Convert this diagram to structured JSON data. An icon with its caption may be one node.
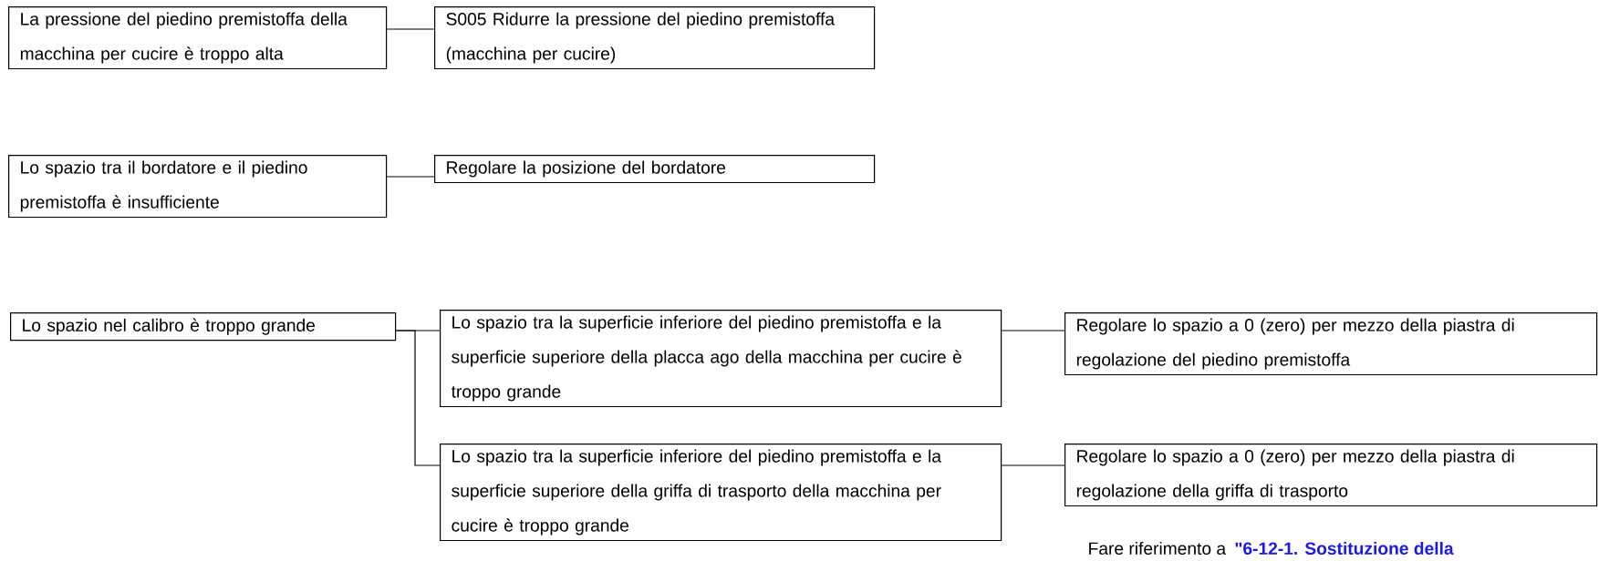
{
  "diagram": {
    "nodes": [
      {
        "text": [
          "La pressione del piedino premistoffa della macchina per cucire è troppo alta"
        ]
      },
      {
        "text": [
          "S005  Ridurre la pressione del piedino premistoffa (macchina per cucire)"
        ]
      },
      {
        "text": [
          "Lo spazio tra il bordatore e il piedino premistoffa è insufficiente"
        ]
      },
      {
        "text": [
          "Regolare la posizione del bordatore"
        ]
      },
      {
        "text": [
          "Lo spazio nel calibro è troppo grande"
        ]
      },
      {
        "text": [
          "Lo spazio tra la superficie inferiore del piedino premistoffa e la superficie superiore della placca ago della macchina per cucire è troppo grande"
        ]
      },
      {
        "text": [
          "Lo spazio tra la superficie inferiore del piedino premistoffa e la superficie superiore della griffa di trasporto della macchina per cucire è troppo grande"
        ]
      },
      {
        "text": [
          "Regolare lo spazio a 0 (zero) per mezzo della piastra di regolazione del piedino premistoffa"
        ]
      },
      {
        "text": [
          "Regolare lo spazio a 0 (zero) per mezzo della piastra di regolazione della griffa di trasporto"
        ]
      }
    ],
    "edges": [
      {
        "from": 0,
        "to": 1,
        "arrow": "none"
      },
      {
        "from": 2,
        "to": 3,
        "arrow": "none"
      },
      {
        "from": 4,
        "to": 5,
        "arrow": "none"
      },
      {
        "from": 4,
        "to": 6,
        "arrow": "none"
      },
      {
        "from": 5,
        "to": 7,
        "arrow": "none"
      },
      {
        "from": 6,
        "to": 8,
        "arrow": "none"
      }
    ],
    "labels": [
      "Fare riferimento a",
      "\"6-12-1. Sostituzione della"
    ]
  }
}
